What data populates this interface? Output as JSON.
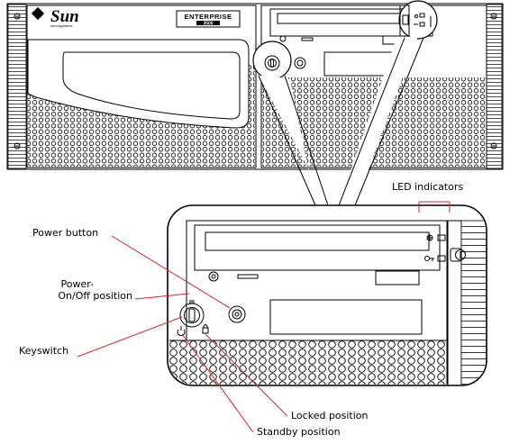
{
  "labels": {
    "led_indicators": "LED indicators",
    "power_button": "Power button",
    "power_onoff_line1": "Power-",
    "power_onoff_line2": "On/Off position",
    "keyswitch": "Keyswitch",
    "locked_position": "Locked position",
    "standby_position": "Standby position"
  },
  "branding": {
    "logo_name": "Sun",
    "logo_tagline": "microsystems",
    "model_badge": "ENTERPRISE",
    "model_number": "3500"
  },
  "colors": {
    "leader_lines": "#d9262b",
    "outline": "#000000"
  },
  "icons": {
    "power_symbol": "power-icon",
    "key_symbol": "key-icon",
    "lock_symbol": "lock-icon"
  }
}
